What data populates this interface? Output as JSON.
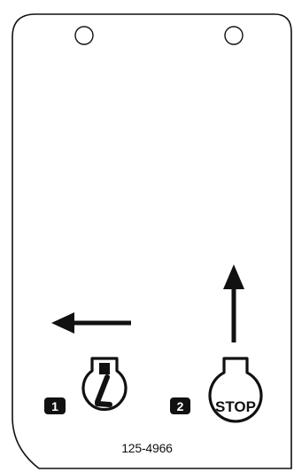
{
  "decal": {
    "part_number": "125-4966",
    "steps": [
      {
        "number": "1",
        "icon": "ignition-key-icon",
        "arrow": "arrow-left-icon"
      },
      {
        "number": "2",
        "icon": "stop-button-icon",
        "label": "STOP",
        "arrow": "arrow-up-icon"
      }
    ]
  },
  "colors": {
    "ink": "#111111",
    "background": "#ffffff"
  }
}
